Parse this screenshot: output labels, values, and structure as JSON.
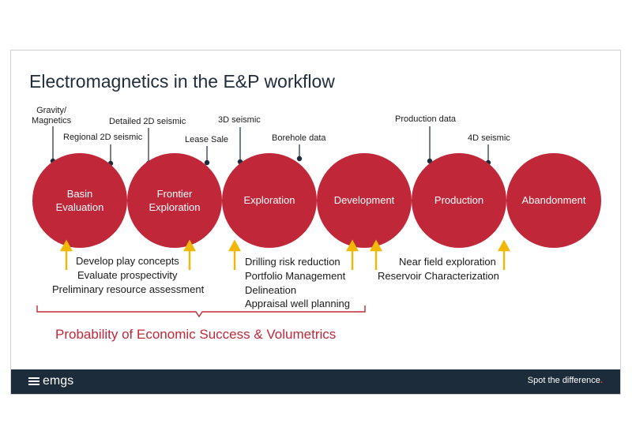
{
  "slide": {
    "title": "Electromagnetics in the E&P workflow"
  },
  "colors": {
    "circle": "#c0283a",
    "arrow": "#f2b705",
    "brace": "#c0283a",
    "footer": "#1c2c3a",
    "tick": "#1c2c3a"
  },
  "stages": [
    {
      "line1": "Basin",
      "line2": "Evaluation"
    },
    {
      "line1": "Frontier",
      "line2": "Exploration"
    },
    {
      "line1": "Exploration",
      "line2": ""
    },
    {
      "line1": "Development",
      "line2": ""
    },
    {
      "line1": "Production",
      "line2": ""
    },
    {
      "line1": "Abandonment",
      "line2": ""
    }
  ],
  "data_types": [
    {
      "line1": "Gravity/",
      "line2": "Magnetics"
    },
    {
      "line1": "Regional 2D seismic",
      "line2": ""
    },
    {
      "line1": "Detailed 2D seismic",
      "line2": ""
    },
    {
      "line1": "Lease Sale",
      "line2": ""
    },
    {
      "line1": "3D seismic",
      "line2": ""
    },
    {
      "line1": "Borehole data",
      "line2": ""
    },
    {
      "line1": "Production data",
      "line2": ""
    },
    {
      "line1": "4D seismic",
      "line2": ""
    }
  ],
  "applications": {
    "group1": [
      "Develop play concepts",
      "Evaluate prospectivity",
      "Preliminary resource assessment"
    ],
    "group2": [
      "Drilling risk reduction",
      "Portfolio Management",
      "Delineation",
      "Appraisal well planning"
    ],
    "group3": [
      "Near field exploration",
      "Reservoir Characterization"
    ]
  },
  "brace_label": "Probability of Economic Success & Volumetrics",
  "footer": {
    "logo": "emgs",
    "tagline": "Spot the difference",
    "tagline_dot": "."
  }
}
